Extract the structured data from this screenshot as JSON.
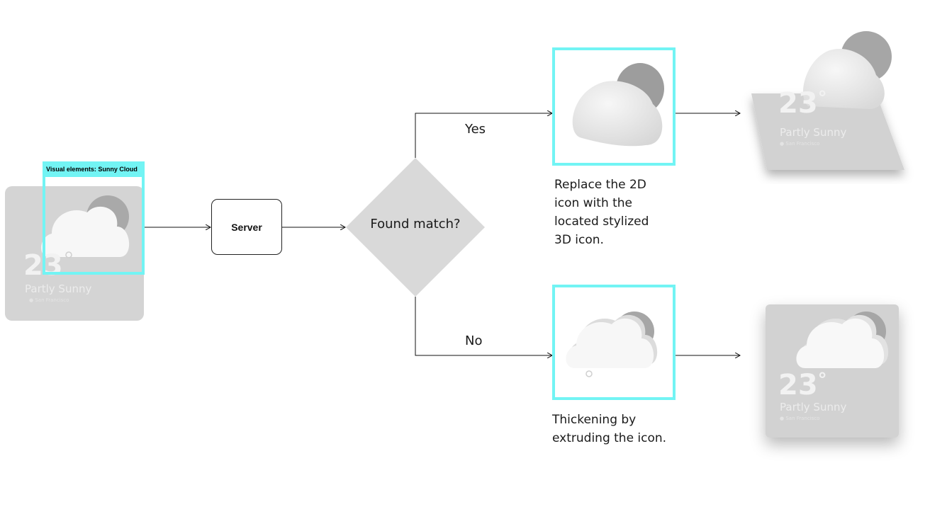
{
  "input_card": {
    "tag_label": "Visual elements: Sunny Cloud",
    "temperature": "23",
    "condition": "Partly Sunny",
    "location": "San Francisco"
  },
  "server": {
    "label": "Server"
  },
  "decision": {
    "question": "Found match?",
    "yes_label": "Yes",
    "no_label": "No"
  },
  "yes_branch": {
    "caption_lines": [
      "Replace the 2D",
      "icon with the",
      "located stylized",
      "3D icon."
    ],
    "result_card": {
      "temperature": "23",
      "degree": "°",
      "condition": "Partly Sunny",
      "location": "San Francisco"
    }
  },
  "no_branch": {
    "caption_lines": [
      "Thickening by",
      "extruding the icon."
    ],
    "result_card": {
      "temperature": "23",
      "degree": "°",
      "condition": "Partly Sunny",
      "location": "San Francisco"
    }
  },
  "colors": {
    "highlight": "#72f4f4",
    "card": "#d4d4d4",
    "diamond": "#d9d9d9",
    "stroke": "#111111"
  }
}
